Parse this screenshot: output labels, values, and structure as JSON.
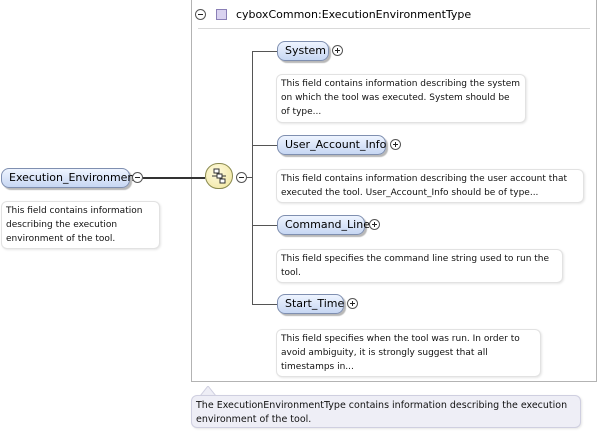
{
  "complex_type": {
    "title": "cyboxCommon:ExecutionEnvironmentType",
    "description": "The ExecutionEnvironmentType contains information describing the execution environment of the tool."
  },
  "root_element": {
    "label": "Execution_Environment",
    "description": "This field contains information describing the execution environment of the tool."
  },
  "children": [
    {
      "label": "System",
      "description": "This field contains information describing the system on which the tool was executed. System should be of type..."
    },
    {
      "label": "User_Account_Info",
      "description": "This field contains information describing the user account that executed the tool. User_Account_Info should be of type..."
    },
    {
      "label": "Command_Line",
      "description": "This field specifies the command line string used to run the tool."
    },
    {
      "label": "Start_Time",
      "description": "This field specifies when the tool was run. In order to avoid ambiguity, it is strongly suggest that all timestamps in..."
    }
  ],
  "colors": {
    "element_fill": "#c7d7f3",
    "element_border": "#7f8fb0",
    "sequence_fill": "#efe49a",
    "type_description_fill": "#eeeef6"
  }
}
